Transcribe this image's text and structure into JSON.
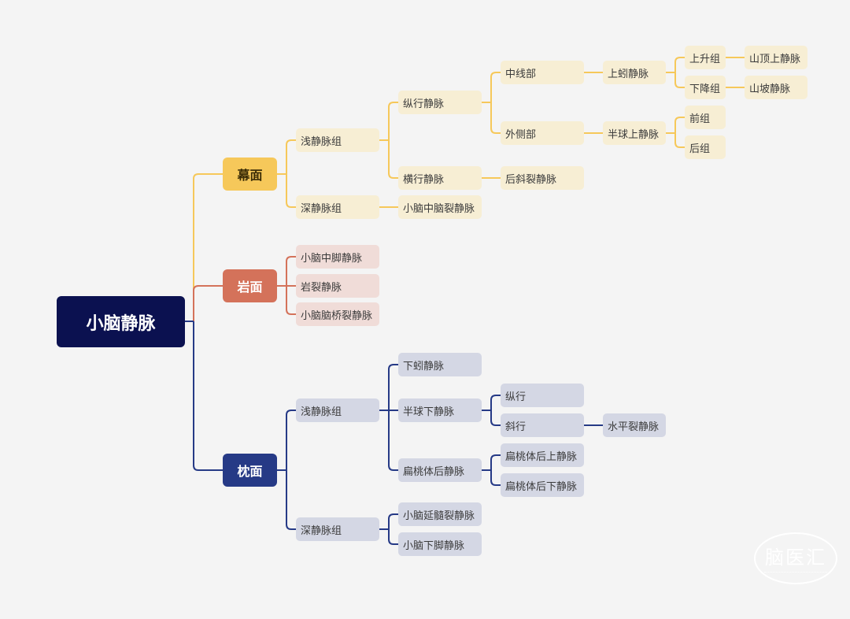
{
  "root": {
    "label": "小脑静脉"
  },
  "branches": {
    "tentorial": {
      "label": "幕面",
      "superficial": {
        "label": "浅静脉组",
        "longitudinal": {
          "label": "纵行静脉",
          "middle": {
            "label": "中线部",
            "superior_vermian": {
              "label": "上蚓静脉",
              "ascending": {
                "label": "上升组",
                "target": "山顶上静脉"
              },
              "descending": {
                "label": "下降组",
                "target": "山坡静脉"
              }
            }
          },
          "lateral": {
            "label": "外侧部",
            "superior_hemispheric": {
              "label": "半球上静脉",
              "anterior": "前组",
              "posterior": "后组"
            }
          }
        },
        "transverse": {
          "label": "横行静脉",
          "child": "后斜裂静脉"
        }
      },
      "deep": {
        "label": "深静脉组",
        "child": "小脑中脑裂静脉"
      }
    },
    "petrosal": {
      "label": "岩面",
      "items": [
        "小脑中脚静脉",
        "岩裂静脉",
        "小脑脑桥裂静脉"
      ]
    },
    "occipital": {
      "label": "枕面",
      "superficial": {
        "label": "浅静脉组",
        "inferior_vermian": "下蚓静脉",
        "inferior_hemispheric": {
          "label": "半球下静脉",
          "longitudinal": "纵行",
          "oblique": "斜行",
          "horizontal_fissure": "水平裂静脉"
        },
        "tonsillar": {
          "label": "扁桃体后静脉",
          "superior": "扁桃体后上静脉",
          "inferior": "扁桃体后下静脉"
        }
      },
      "deep": {
        "label": "深静脉组",
        "medullary": "小脑延髓裂静脉",
        "inferior_peduncle": "小脑下脚静脉"
      }
    }
  },
  "watermark": {
    "text": "脑医汇"
  },
  "colors": {
    "root": "#0b1150",
    "tentorial": "#f6c85a",
    "tentorial_node": "#f7eed4",
    "petrosal": "#d4725a",
    "petrosal_node": "#f0dcd8",
    "occipital": "#263a86",
    "occipital_node": "#d4d7e4"
  }
}
